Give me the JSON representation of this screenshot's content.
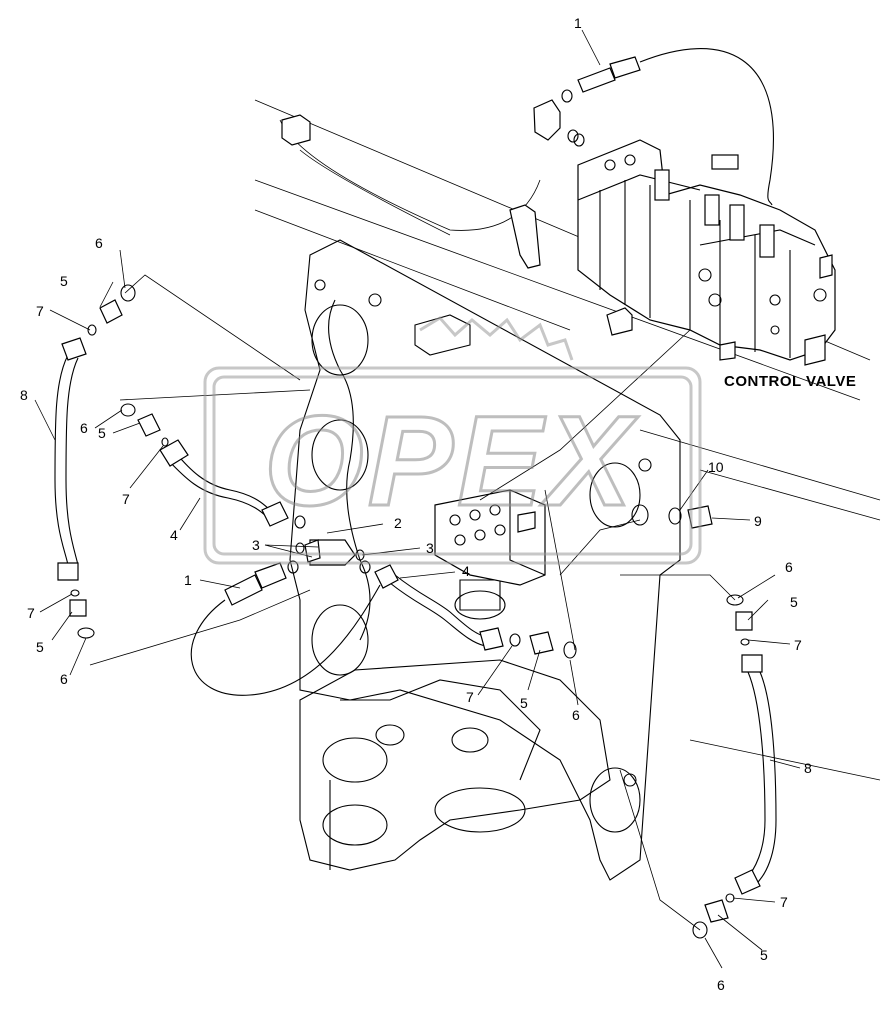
{
  "diagram": {
    "caption": "CONTROL VALVE",
    "watermark": "OPEX",
    "callouts": [
      {
        "id": "c1-top",
        "text": "1"
      },
      {
        "id": "c1-mid",
        "text": "1"
      },
      {
        "id": "c2",
        "text": "2"
      },
      {
        "id": "c3-a",
        "text": "3"
      },
      {
        "id": "c3-b",
        "text": "3"
      },
      {
        "id": "c4-left",
        "text": "4"
      },
      {
        "id": "c4-right",
        "text": "4"
      },
      {
        "id": "c5-a",
        "text": "5"
      },
      {
        "id": "c5-b",
        "text": "5"
      },
      {
        "id": "c5-c",
        "text": "5"
      },
      {
        "id": "c5-d",
        "text": "5"
      },
      {
        "id": "c5-e",
        "text": "5"
      },
      {
        "id": "c5-f",
        "text": "5"
      },
      {
        "id": "c6-a",
        "text": "6"
      },
      {
        "id": "c6-b",
        "text": "6"
      },
      {
        "id": "c6-c",
        "text": "6"
      },
      {
        "id": "c6-d",
        "text": "6"
      },
      {
        "id": "c6-e",
        "text": "6"
      },
      {
        "id": "c6-f",
        "text": "6"
      },
      {
        "id": "c7-a",
        "text": "7"
      },
      {
        "id": "c7-b",
        "text": "7"
      },
      {
        "id": "c7-c",
        "text": "7"
      },
      {
        "id": "c7-d",
        "text": "7"
      },
      {
        "id": "c7-e",
        "text": "7"
      },
      {
        "id": "c7-f",
        "text": "7"
      },
      {
        "id": "c8-left",
        "text": "8"
      },
      {
        "id": "c8-right",
        "text": "8"
      },
      {
        "id": "c9",
        "text": "9"
      },
      {
        "id": "c10",
        "text": "10"
      }
    ]
  }
}
